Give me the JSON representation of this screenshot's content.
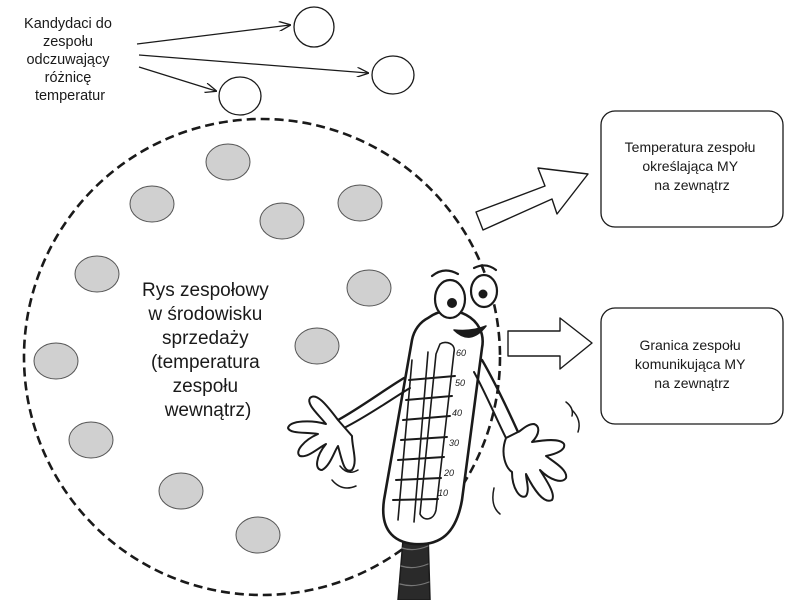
{
  "candidates_label": [
    "Kandydaci do",
    "zespołu",
    "odczuwający",
    "różnicę",
    "temperatur"
  ],
  "center_label": [
    "Rys zespołowy",
    "w środowisku",
    "sprzedaży",
    "(temperatura",
    "zespołu",
    "wewnątrz)"
  ],
  "box_top": {
    "lines": [
      "Temperatura zespołu",
      "określająca MY",
      "na zewnątrz"
    ]
  },
  "box_bottom": {
    "lines": [
      "Granica zespołu",
      "komunikująca MY",
      "na zewnątrz"
    ]
  },
  "thermometer_scale": [
    "60",
    "50",
    "40",
    "30",
    "20",
    "10"
  ],
  "colors": {
    "member_fill": "#d0d0d0",
    "stroke": "#1a1a1a",
    "background": "#ffffff"
  }
}
